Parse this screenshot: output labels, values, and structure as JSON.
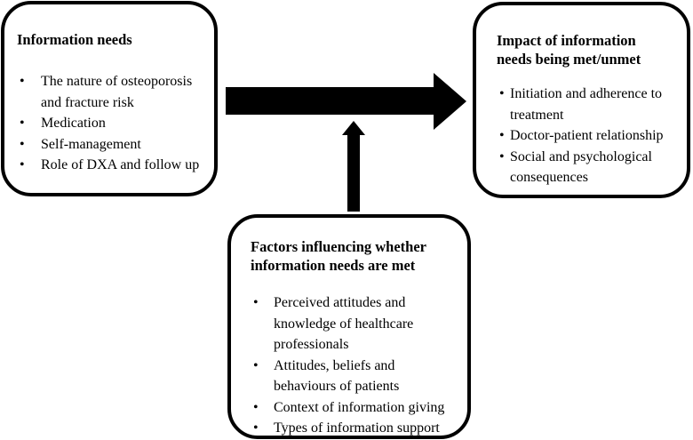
{
  "boxes": {
    "info": {
      "title": "Information needs",
      "items": [
        "The nature of osteoporosis and fracture risk",
        "Medication",
        "Self-management",
        "Role of DXA and follow up"
      ]
    },
    "impact": {
      "title_line1": "Impact of information",
      "title_line2": "needs being met/unmet",
      "items": [
        "Initiation and adherence to treatment",
        "Doctor-patient relationship",
        "Social and psychological consequences"
      ]
    },
    "factors": {
      "title_line1": "Factors influencing whether",
      "title_line2": "information needs are met",
      "items": [
        "Perceived attitudes and knowledge of healthcare professionals",
        "Attitudes, beliefs and behaviours of patients",
        "Context of information giving",
        "Types of information support"
      ]
    }
  }
}
